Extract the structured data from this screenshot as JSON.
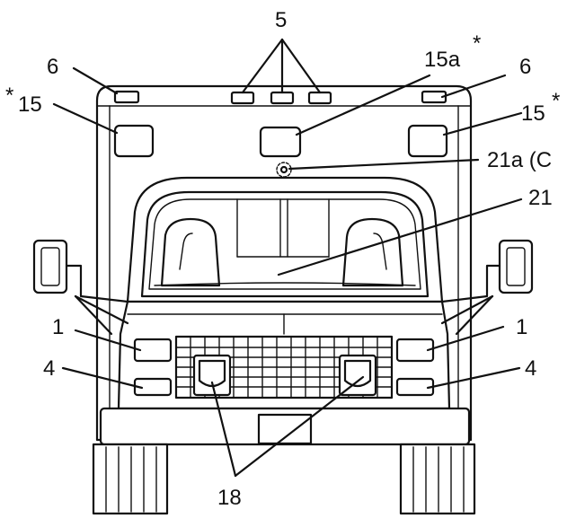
{
  "labels": {
    "l5": "5",
    "l15a": "15a",
    "l15a_star": "*",
    "l6_left": "6",
    "l6_right": "6",
    "l15_left": "15",
    "l15_left_star": "*",
    "l15_right": "15",
    "l15_right_star": "*",
    "l21a": "21a (C",
    "l21": "21",
    "l1_left": "1",
    "l1_right": "1",
    "l4_left": "4",
    "l4_right": "4",
    "l18": "18"
  }
}
